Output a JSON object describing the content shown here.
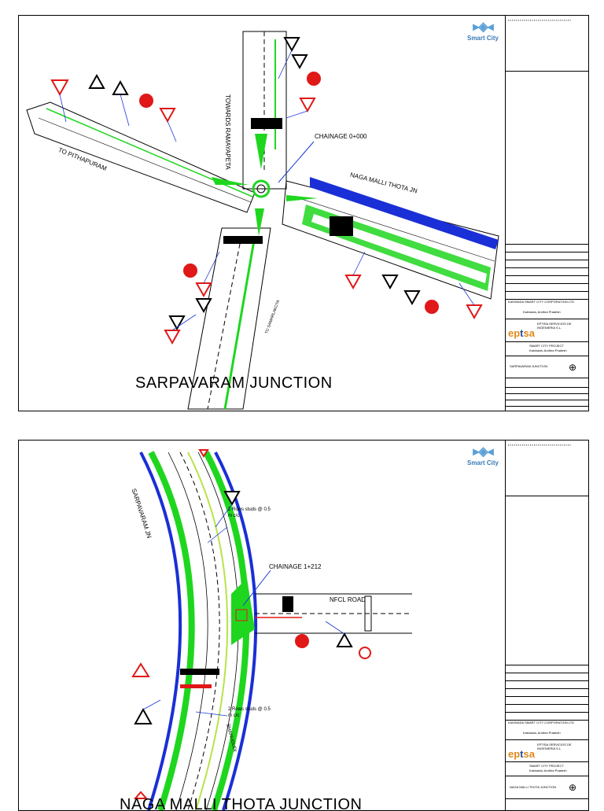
{
  "sheets": [
    {
      "title": "SARPAVARAM JUNCTION",
      "labels": {
        "north": "TOWARDS RAMAYAPETA",
        "west": "TO PITHAPURAM",
        "east": "NAGA MALLI THOTA JN",
        "south": "TO SAMARLAKOTA",
        "chainage": "CHAINAGE 0+000"
      },
      "titleblock": {
        "logo": "Smart City",
        "client": "KAKINADA SMART CITY CORPORATION LTD",
        "client_loc": "Kakinada, Andhra Pradesh",
        "consultant": "EPTISA SERVICIOS DE INGENIERIA S.L.",
        "consultant_logo_a": "ep",
        "consultant_logo_b": "t",
        "consultant_logo_c": "sa",
        "project": "SMART CITY PROJECT",
        "project_loc": "Kakinada, Andhra Pradesh",
        "drawing_title": "SARPAVARAM JUNCTION"
      }
    },
    {
      "title": "NAGA MALLI THOTA JUNCTION",
      "labels": {
        "north": "SARPAVARAM JN",
        "east": "NFCL ROAD",
        "south": "BHANUGUDI",
        "chainage": "CHAINAGE 1+212",
        "studs1": "2 Rows studs @ 0.5 m c/c",
        "studs2": "2 Rows studs @ 0.5 m c/c"
      },
      "titleblock": {
        "logo": "Smart City",
        "client": "KAKINADA SMART CITY CORPORATION LTD",
        "client_loc": "Kakinada, Andhra Pradesh",
        "consultant": "EPTISA SERVICIOS DE INGENIERIA S.L.",
        "consultant_logo_a": "ep",
        "consultant_logo_b": "t",
        "consultant_logo_c": "sa",
        "project": "SMART CITY PROJECT",
        "project_loc": "Kakinada, Andhra Pradesh",
        "drawing_title": "NAGA MALLI THOTA JUNCTION"
      }
    }
  ],
  "colors": {
    "road_green": "#1fd61f",
    "road_blue": "#1a2fd6",
    "sign_red": "#e01818",
    "leader_blue": "#1a3ad6"
  }
}
